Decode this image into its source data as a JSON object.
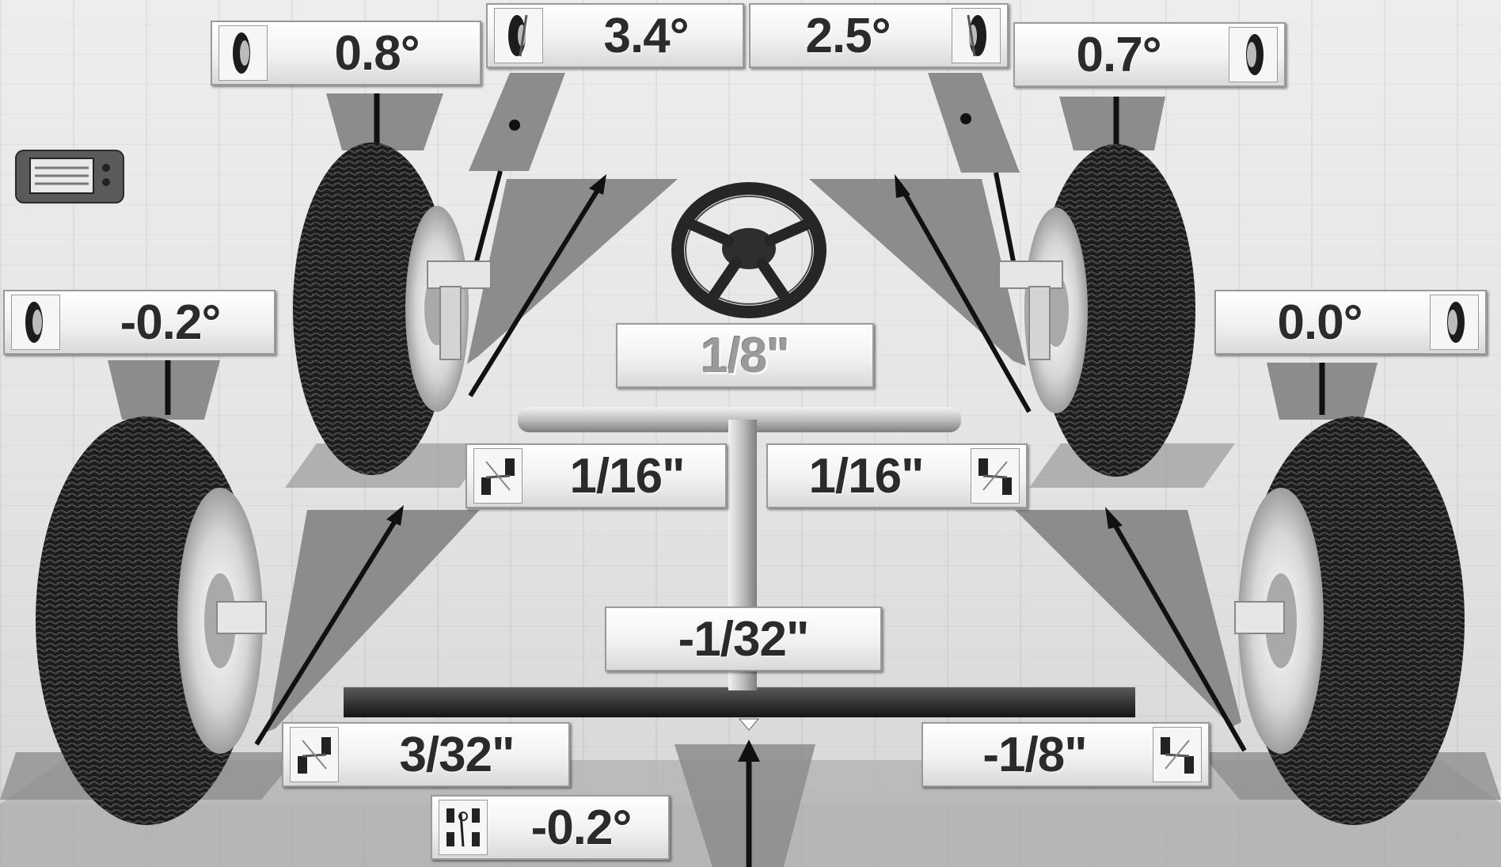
{
  "readouts": {
    "front_left_camber": "0.8°",
    "front_left_caster": "3.4°",
    "front_right_caster": "2.5°",
    "front_right_camber": "0.7°",
    "rear_left_camber": "-0.2°",
    "rear_right_camber": "0.0°",
    "steering_toe": "1/8\"",
    "front_left_toe": "1/16\"",
    "front_right_toe": "1/16\"",
    "setback": "-1/32\"",
    "rear_left_toe": "3/32\"",
    "rear_right_toe": "-1/8\"",
    "thrust_angle": "-0.2°"
  },
  "icons": {
    "camber": "wheel-camber-icon",
    "caster": "wheel-caster-icon",
    "toe": "toe-gauge-icon",
    "thrust": "thrust-angle-icon",
    "device": "alignment-head-device-icon",
    "steering": "steering-wheel-icon"
  },
  "colors": {
    "readout_text": "#2b2b2b",
    "readout_bg": "#f1f1f1",
    "indicator_fill": "#8c8c8c",
    "tire": "#1c1c1c",
    "axle": "#2c2c2c",
    "rim": "#d8d8d8"
  }
}
